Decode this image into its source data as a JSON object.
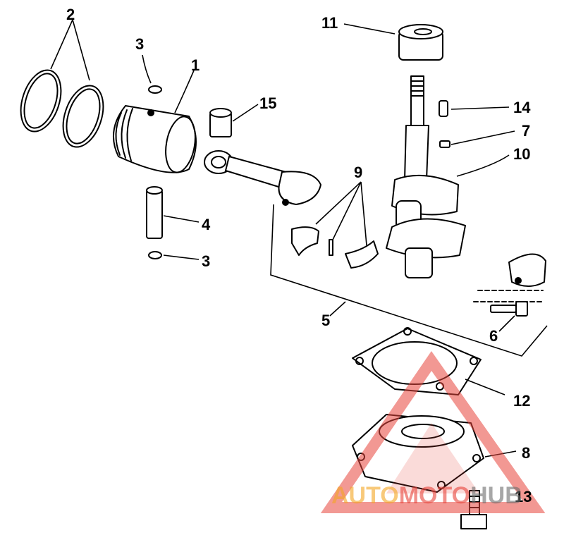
{
  "callouts": {
    "n1": "1",
    "n2": "2",
    "n3a": "3",
    "n3b": "3",
    "n4": "4",
    "n5": "5",
    "n6": "6",
    "n7": "7",
    "n8": "8",
    "n9": "9",
    "n10": "10",
    "n11": "11",
    "n12": "12",
    "n13": "13",
    "n14": "14",
    "n15": "15"
  },
  "watermark": {
    "auto": "AUTO",
    "moto": "MOTO",
    "hub": "HUB",
    "color_orange": "#f5a623",
    "color_red": "#e8453c",
    "color_gray": "#6e6e6e"
  }
}
